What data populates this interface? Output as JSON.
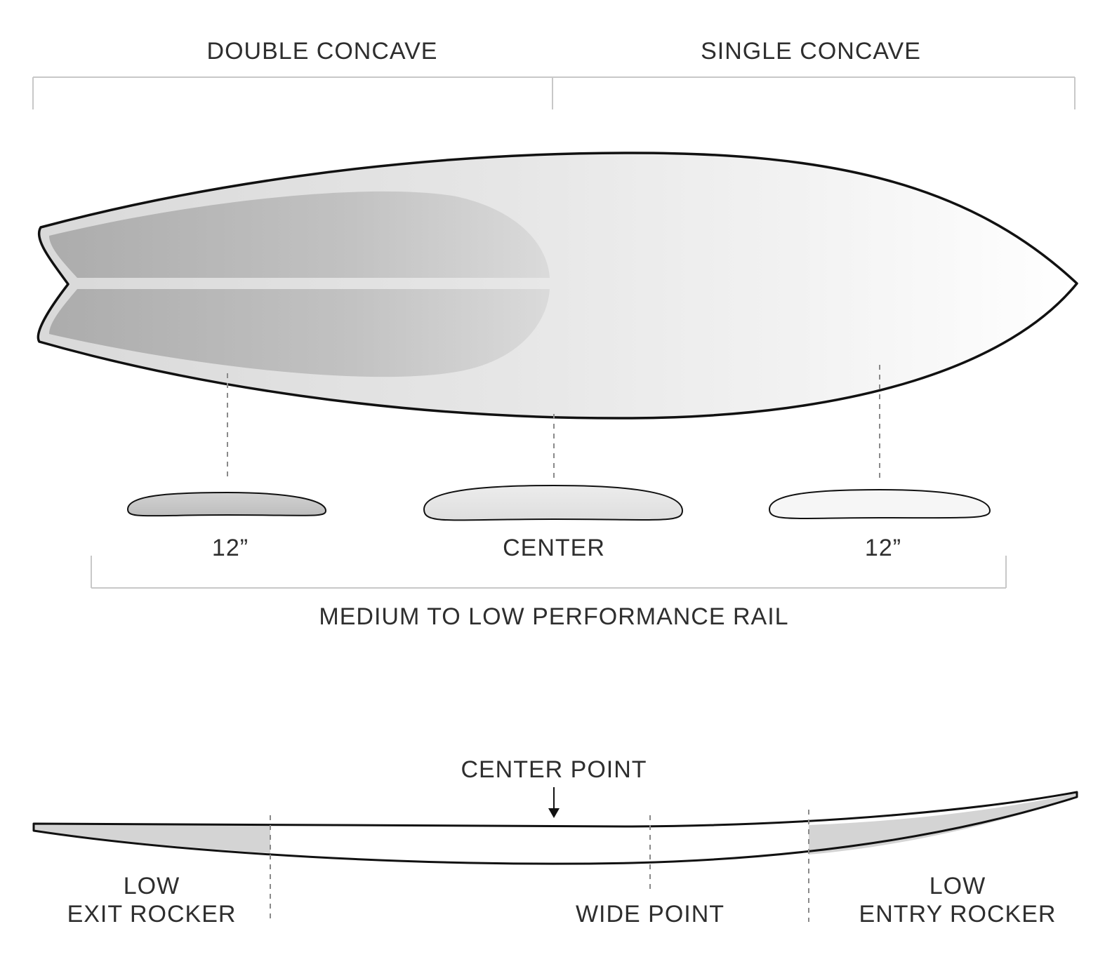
{
  "concave": {
    "left_label": "DOUBLE CONCAVE",
    "right_label": "SINGLE CONCAVE"
  },
  "rail": {
    "left_label": "12”",
    "center_label": "CENTER",
    "right_label": "12”",
    "summary": "MEDIUM TO LOW PERFORMANCE RAIL"
  },
  "rocker": {
    "center_point": "CENTER POINT",
    "exit_line1": "LOW",
    "exit_line2": "EXIT ROCKER",
    "wide_point": "WIDE POINT",
    "entry_line1": "LOW",
    "entry_line2": "ENTRY ROCKER"
  },
  "colors": {
    "outline": "#111111",
    "bracket": "#c8c8c8",
    "dashed": "#8a8a8a",
    "shade_dark": "#a6a6a6",
    "shade_light": "#d4d4d4"
  }
}
